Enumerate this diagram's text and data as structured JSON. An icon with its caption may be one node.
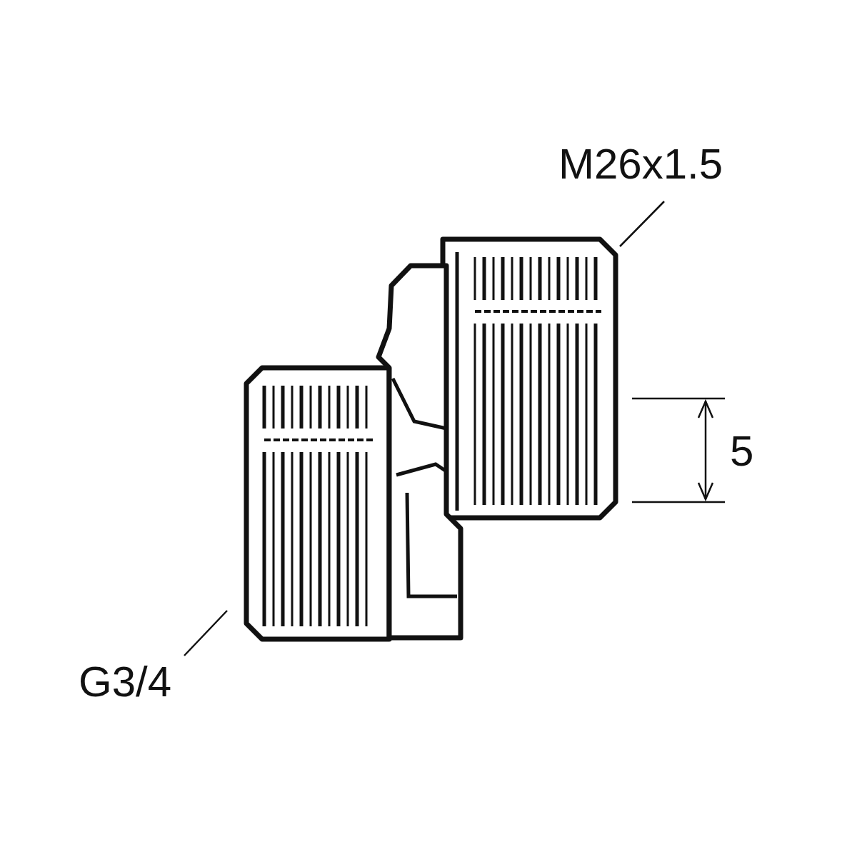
{
  "diagram": {
    "nodes": [
      {
        "text": [
          "M26x1.5"
        ]
      },
      {
        "text": [],
        "shape": "picture"
      },
      {
        "text": [
          "G3/4"
        ]
      },
      {
        "text": [],
        "shape": "picture"
      }
    ],
    "edges": [
      {
        "from": 0,
        "to": 3,
        "arrow": "none"
      },
      {
        "from": 2,
        "to": 1,
        "arrow": "none"
      }
    ],
    "labels": [
      "5"
    ]
  }
}
